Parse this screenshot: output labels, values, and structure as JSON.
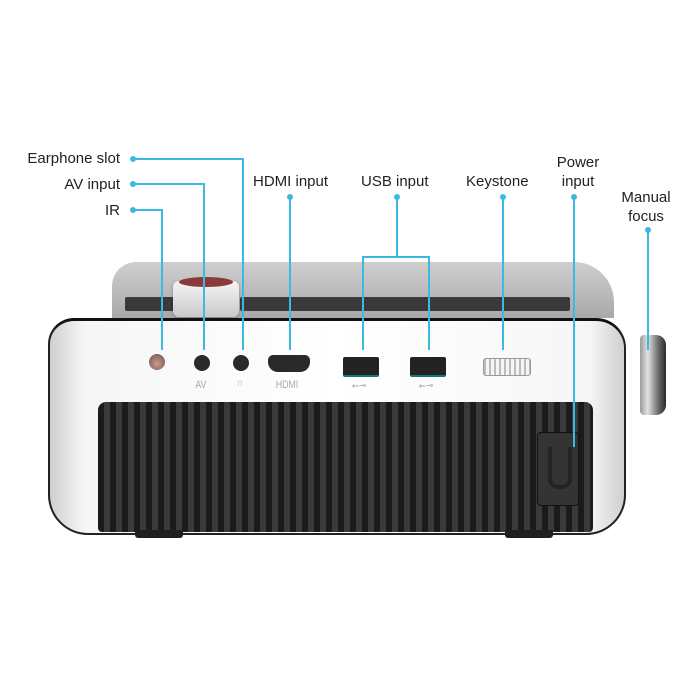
{
  "callouts": {
    "earphone_slot": "Earphone slot",
    "av_input": "AV input",
    "ir": "IR",
    "hdmi_input": "HDMI input",
    "usb_input": "USB input",
    "keystone": "Keystone",
    "power_input_line1": "Power",
    "power_input_line2": "input",
    "manual_focus_line1": "Manual",
    "manual_focus_line2": "focus"
  },
  "port_labels": {
    "av": "AV",
    "earphone": "∩",
    "hdmi": "HDMI",
    "usb1": "⭠⊸",
    "usb2": "⭠⊸"
  },
  "colors": {
    "callout_line": "#3cb9e0",
    "body_white": "#ffffff",
    "grille_dark": "#2b2b2b"
  }
}
